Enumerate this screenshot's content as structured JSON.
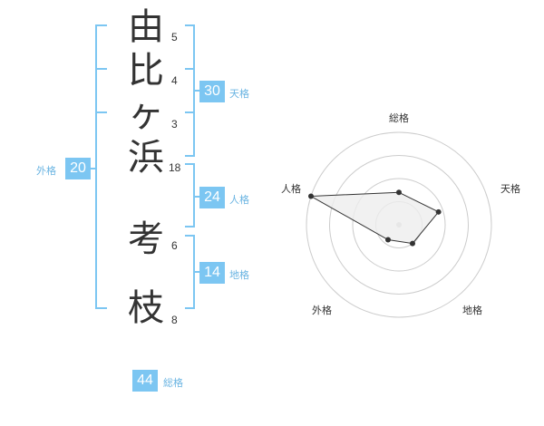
{
  "name": {
    "chars": [
      {
        "char": "由",
        "strokes": "5"
      },
      {
        "char": "比",
        "strokes": "4"
      },
      {
        "char": "ヶ",
        "strokes": "3"
      },
      {
        "char": "浜",
        "strokes": "18"
      },
      {
        "char": "考",
        "strokes": "6"
      },
      {
        "char": "枝",
        "strokes": "8"
      }
    ]
  },
  "kakusu": {
    "tenkaku": {
      "value": "30",
      "label": "天格"
    },
    "jinkaku": {
      "value": "24",
      "label": "人格"
    },
    "chikaku": {
      "value": "14",
      "label": "地格"
    },
    "gaikaku": {
      "value": "20",
      "label": "外格"
    },
    "soukaku": {
      "value": "44",
      "label": "総格"
    }
  },
  "colors": {
    "accent": "#7cc6f2",
    "accent_text": "#6ab4e2",
    "bracket": "#7cc6f2",
    "radar_line": "#333333",
    "radar_fill": "#eeeeee",
    "grid": "#cccccc"
  },
  "chart_data": {
    "type": "radar",
    "axes": [
      "総格",
      "天格",
      "地格",
      "外格",
      "人格"
    ],
    "values": [
      0.35,
      0.45,
      0.25,
      0.2,
      1.0
    ],
    "range": [
      0,
      1
    ],
    "rings": 4
  }
}
